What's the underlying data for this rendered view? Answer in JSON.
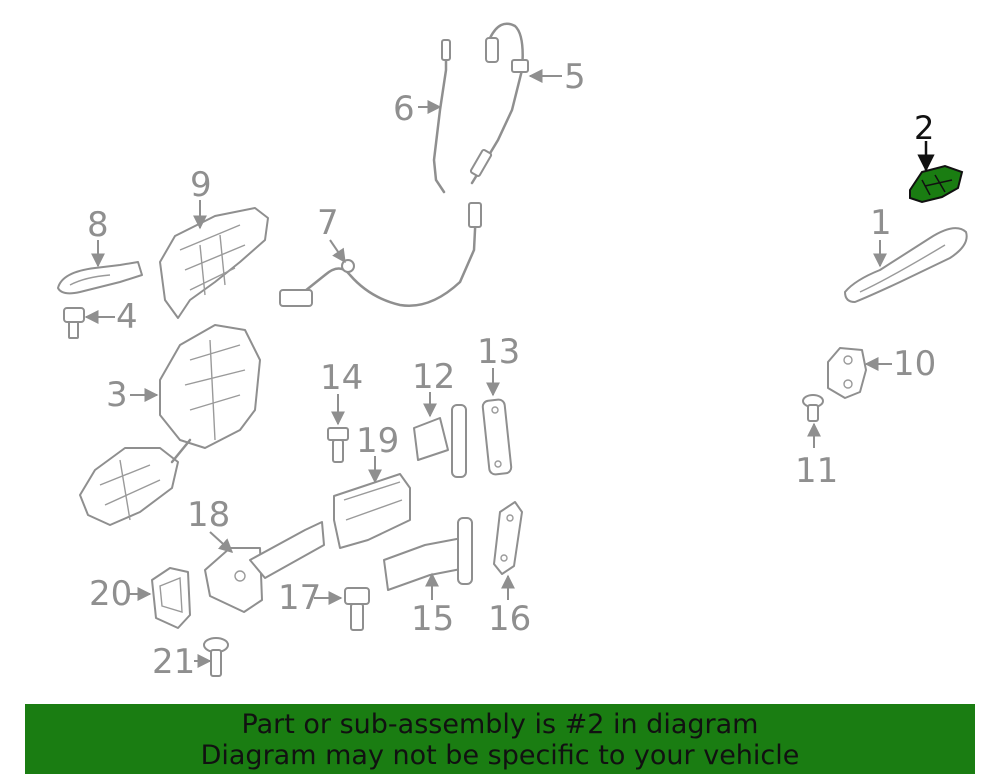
{
  "callouts": [
    {
      "id": "1",
      "text": "1"
    },
    {
      "id": "2",
      "text": "2"
    },
    {
      "id": "3",
      "text": "3"
    },
    {
      "id": "4",
      "text": "4"
    },
    {
      "id": "5",
      "text": "5"
    },
    {
      "id": "6",
      "text": "6"
    },
    {
      "id": "7",
      "text": "7"
    },
    {
      "id": "8",
      "text": "8"
    },
    {
      "id": "9",
      "text": "9"
    },
    {
      "id": "10",
      "text": "10"
    },
    {
      "id": "11",
      "text": "11"
    },
    {
      "id": "12",
      "text": "12"
    },
    {
      "id": "13",
      "text": "13"
    },
    {
      "id": "14",
      "text": "14"
    },
    {
      "id": "15",
      "text": "15"
    },
    {
      "id": "16",
      "text": "16"
    },
    {
      "id": "17",
      "text": "17"
    },
    {
      "id": "18",
      "text": "18"
    },
    {
      "id": "19",
      "text": "19"
    },
    {
      "id": "20",
      "text": "20"
    },
    {
      "id": "21",
      "text": "21"
    }
  ],
  "highlighted_part": "2",
  "colors": {
    "highlight": "#1a7d12",
    "parts": "#8f8f8f",
    "highlight_label": "#111111"
  },
  "banner": {
    "line1": "Part or sub-assembly is #2 in diagram",
    "line2": "Diagram may not be specific to your vehicle"
  }
}
